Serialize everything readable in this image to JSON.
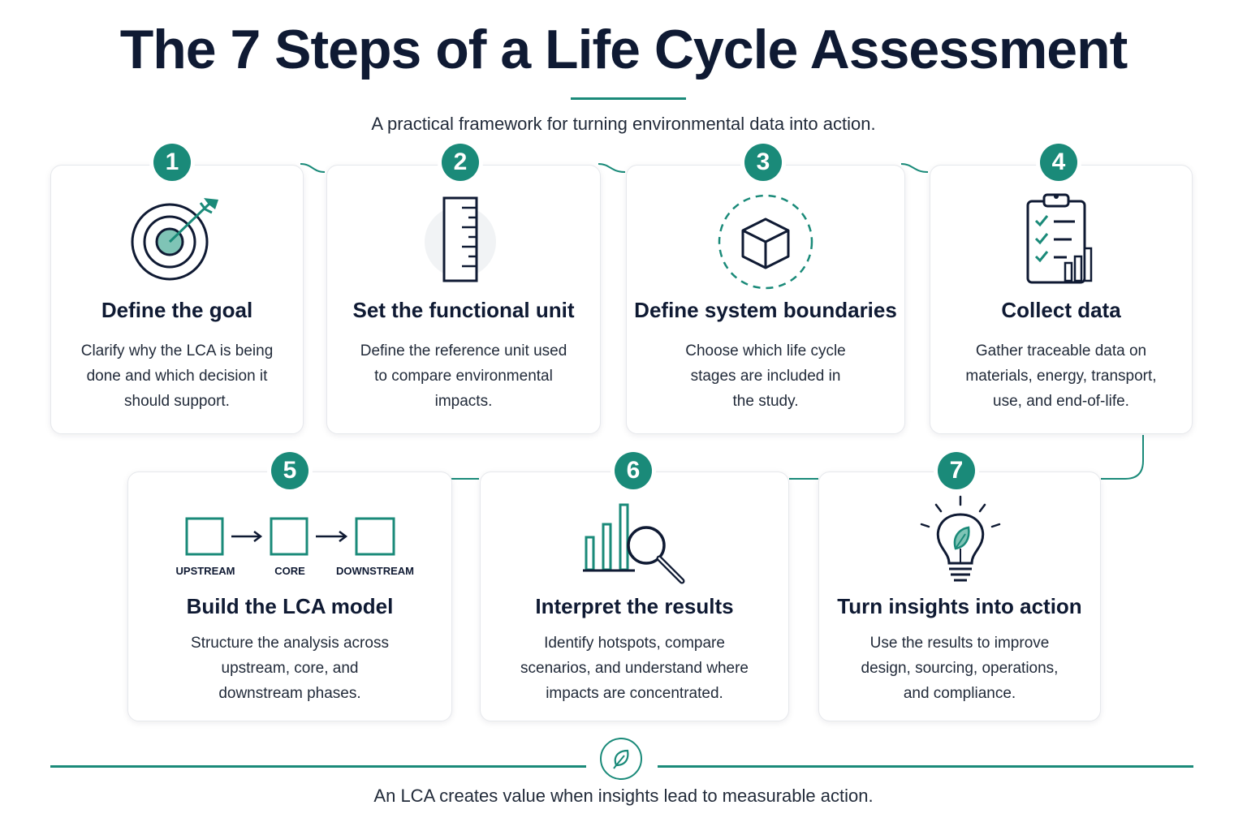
{
  "header": {
    "title": "The 7 Steps of a Life Cycle Assessment",
    "subtitle": "A practical framework for turning environmental data into action."
  },
  "colors": {
    "accent": "#1a8a79",
    "ink": "#0f1a33",
    "text": "#222b3a"
  },
  "steps": [
    {
      "number": "1",
      "title": "Define the goal",
      "icon": "target-icon",
      "description": [
        "Clarify why the LCA is being",
        "done and which decision it",
        "should support."
      ]
    },
    {
      "number": "2",
      "title": "Set the functional unit",
      "icon": "ruler-icon",
      "description": [
        "Define the reference unit used",
        "to compare environmental",
        "impacts."
      ]
    },
    {
      "number": "3",
      "title": "Define system boundaries",
      "icon": "cube-boundary-icon",
      "description": [
        "Choose which life cycle",
        "stages are included in",
        "the study."
      ]
    },
    {
      "number": "4",
      "title": "Collect data",
      "icon": "clipboard-chart-icon",
      "description": [
        "Gather traceable data on",
        "materials, energy, transport,",
        "use, and end-of-life."
      ]
    },
    {
      "number": "5",
      "title": "Build the LCA model",
      "icon": "flow-boxes-icon",
      "flow": [
        "UPSTREAM",
        "CORE",
        "DOWNSTREAM"
      ],
      "description": [
        "Structure the analysis across",
        "upstream, core, and",
        "downstream phases."
      ]
    },
    {
      "number": "6",
      "title": "Interpret the results",
      "icon": "bar-chart-magnifier-icon",
      "description": [
        "Identify hotspots, compare",
        "scenarios, and understand where",
        "impacts are concentrated."
      ]
    },
    {
      "number": "7",
      "title": "Turn insights into action",
      "icon": "lightbulb-leaf-icon",
      "description": [
        "Use the results to improve",
        "design, sourcing, operations,",
        "and compliance."
      ]
    }
  ],
  "footer": {
    "text": "An LCA creates value when insights lead to measurable action.",
    "icon": "leaf-icon"
  }
}
